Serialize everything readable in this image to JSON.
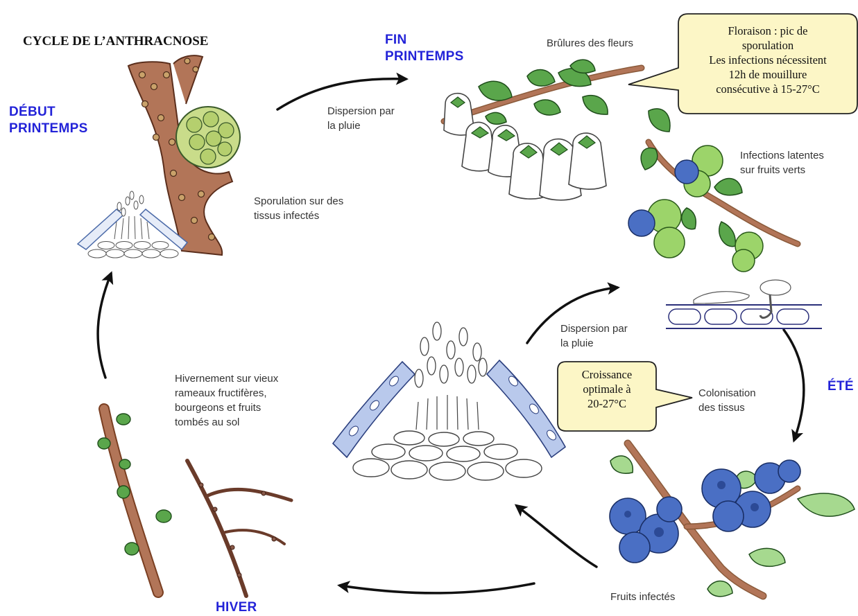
{
  "title": "CYCLE DE L’ANTHRACNOSE",
  "seasons": {
    "debut_printemps": "DÉBUT\nPRINTEMPS",
    "fin_printemps": "FIN\nPRINTEMPS",
    "ete": "ÉTÉ",
    "hiver": "HIVER"
  },
  "labels": {
    "dispersion_top": "Dispersion par\nla pluie",
    "brulures": "Brûlures des fleurs",
    "infections_latentes": "Infections latentes\nsur fruits verts",
    "sporulation": "Sporulation sur des\ntissus infectés",
    "hivernement": "Hivernement sur vieux\nrameaux fructifères,\nbourgeons et fruits\ntombés au sol",
    "dispersion_mid": "Dispersion par\nla pluie",
    "colonisation": "Colonisation\ndes tissus",
    "fruits_infectes": "Fruits infectés"
  },
  "callouts": {
    "floraison": "Floraison : pic de\nsporulation\nLes infections nécessitent\n12h de mouillure\nconsécutive à 15-27°C",
    "croissance": "Croissance\noptimale à\n20-27°C"
  },
  "colors": {
    "season_text": "#2323d8",
    "callout_fill": "#fcf6c6",
    "bark": "#b27558",
    "leaf": "#5aa64b",
    "berry_blue": "#4a6fc4",
    "green_fruit": "#9cd46a"
  }
}
